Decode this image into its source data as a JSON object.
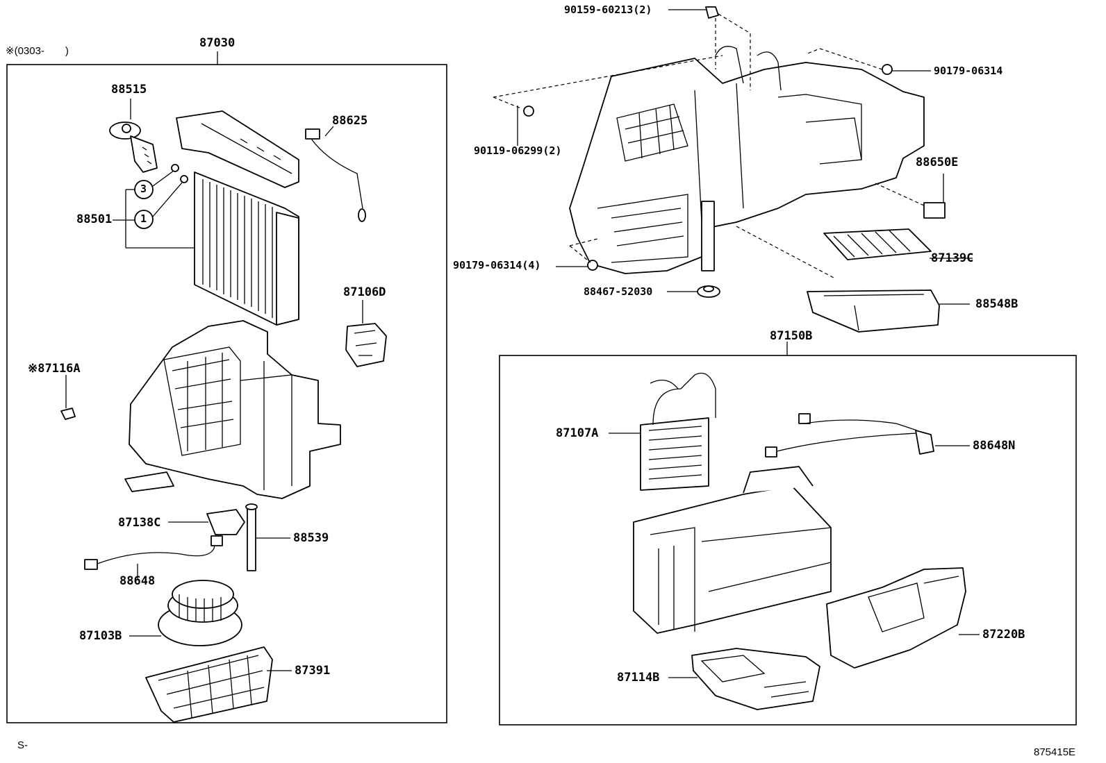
{
  "header": {
    "note": "※(0303-　　)"
  },
  "left_group": {
    "part_no": "87030"
  },
  "right_group": {
    "part_no": "87150B"
  },
  "labels": {
    "p88515": "88515",
    "p88625": "88625",
    "p88501": "88501",
    "circle3": "3",
    "circle1": "1",
    "p87106D": "87106D",
    "p87116A": "※87116A",
    "p87138C": "87138C",
    "p88539": "88539",
    "p88648": "88648",
    "p87103B": "87103B",
    "p87391": "87391",
    "p90159": "90159-60213(2)",
    "p90179a": "90179-06314",
    "p90119": "90119-06299(2)",
    "p88650E": "88650E",
    "p90179b": "90179-06314(4)",
    "p87139C": "87139C",
    "p88467": "88467-52030",
    "p88548B": "88548B",
    "p87107A": "87107A",
    "p88648N": "88648N",
    "p87220B": "87220B",
    "p87114B": "87114B"
  },
  "footer": {
    "left": "S-",
    "right": "875415E"
  }
}
